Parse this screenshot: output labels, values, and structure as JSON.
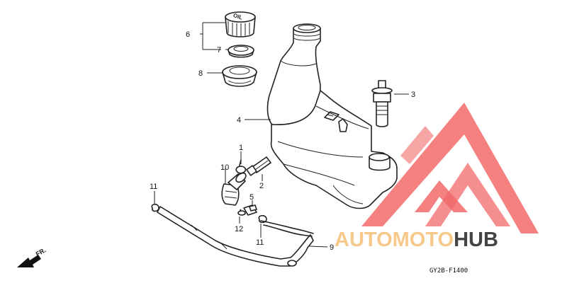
{
  "diagram": {
    "callouts": {
      "p1": "1",
      "p2": "2",
      "p3": "3",
      "p4": "4",
      "p5": "5",
      "p6": "6",
      "p7": "7",
      "p8": "8",
      "p9": "9",
      "p10": "10",
      "p11a": "11",
      "p11b": "11",
      "p12": "12"
    },
    "cap_text": "OIL",
    "front_label": "FR.",
    "figure_code": "GY2B-F1400"
  },
  "watermark": {
    "part1": "AUTOMOTO",
    "part2": "HUB",
    "colors": {
      "logo": "#f26a6a",
      "text_light": "#f6c98a",
      "text_dark": "#444444"
    }
  }
}
